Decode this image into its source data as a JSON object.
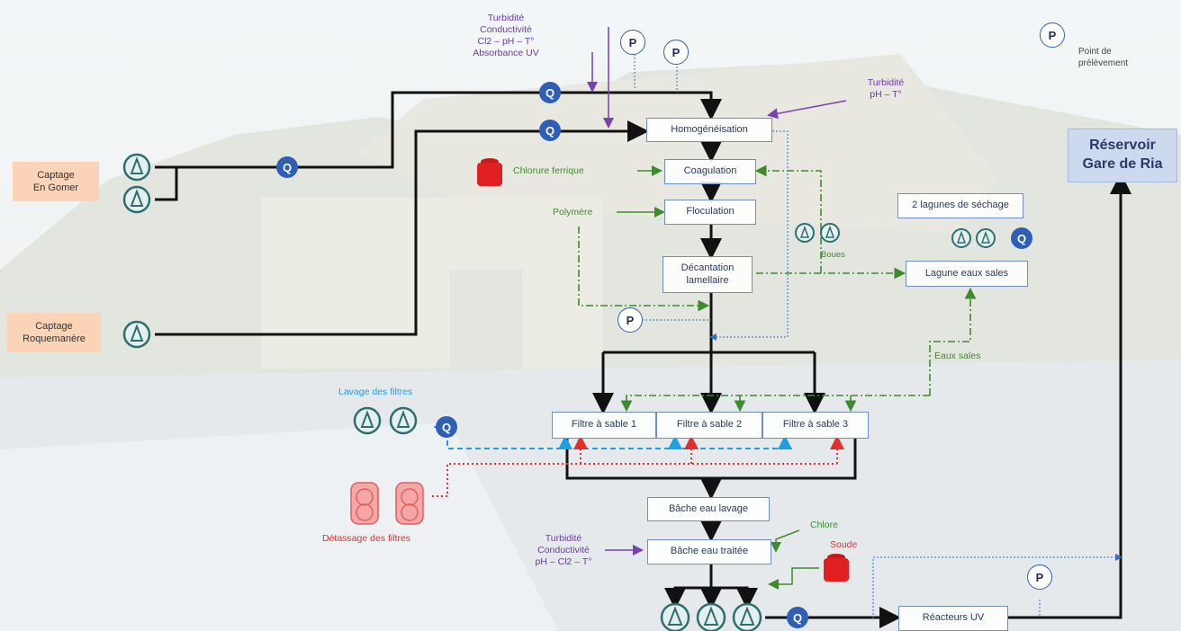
{
  "sources": {
    "gomer": "Captage\nEn Gomer",
    "roquemanere": "Captage\nRoquemanère"
  },
  "reservoir": "Réservoir\nGare de Ria",
  "process": {
    "homogeneisation": "Homogénéisation",
    "coagulation": "Coagulation",
    "floculation": "Floculation",
    "decantation": "Décantation\nlamellaire",
    "filtre1": "Filtre à sable 1",
    "filtre2": "Filtre à sable 2",
    "filtre3": "Filtre à sable 3",
    "bache_lavage": "Bâche eau lavage",
    "bache_traitee": "Bâche eau traitée",
    "reacteurs_uv": "Réacteurs UV",
    "lagunes_sechage": "2 lagunes de séchage",
    "lagune_eaux_sales": "Lagune eaux sales"
  },
  "labels": {
    "measures_top": "Turbidité\nConductivité\nCl2 – pH – T°\nAbsorbance UV",
    "turbidite_ph": "Turbidité\npH – T°",
    "point_prelevement": "Point de\nprélèvement",
    "chlorure_ferrique": "Chlorure ferrique",
    "polymere": "Polymère",
    "boues": "Boues",
    "eaux_sales": "Eaux sales",
    "lavage_filtres": "Lavage des filtres",
    "detassage_filtres": "Détassage des filtres",
    "measures_bottom": "Turbidité\nConductivité\npH – Cl2 – T°",
    "chlore": "Chlore",
    "soude": "Soude"
  },
  "symbols": {
    "flowmeter": "Q",
    "sampling": "P"
  },
  "colors": {
    "main_flow": "#111111",
    "measure": "#7a3fb0",
    "reagent": "#3f8a2f",
    "sludge": "#3f8a2f",
    "wash": "#1ea0e0",
    "unclog": "#e03030",
    "sample_line": "#2f6fc9",
    "pump": "#2f6e6e",
    "flowmeter": "#2f5fb5"
  }
}
